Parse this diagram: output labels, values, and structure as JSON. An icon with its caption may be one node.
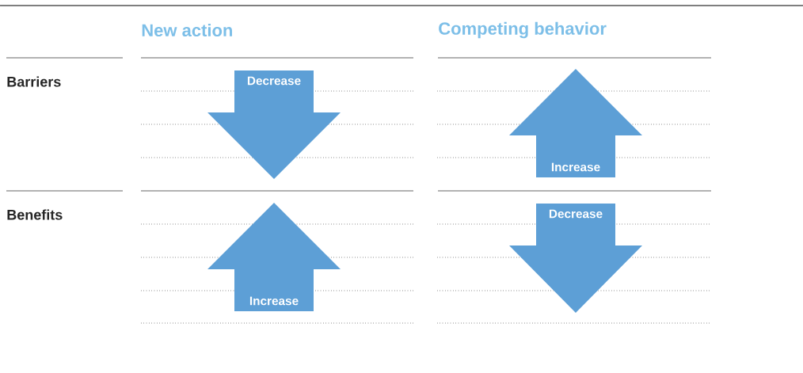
{
  "diagram": {
    "nodes": [
      {
        "text": [
          "Decrease"
        ]
      },
      {
        "text": [
          "Increase"
        ]
      },
      {
        "text": [
          "Increase"
        ]
      },
      {
        "text": [
          "Decrease"
        ]
      }
    ],
    "labels": [
      "New action",
      "Competing behavior",
      "Barriers",
      "Benefits"
    ]
  }
}
